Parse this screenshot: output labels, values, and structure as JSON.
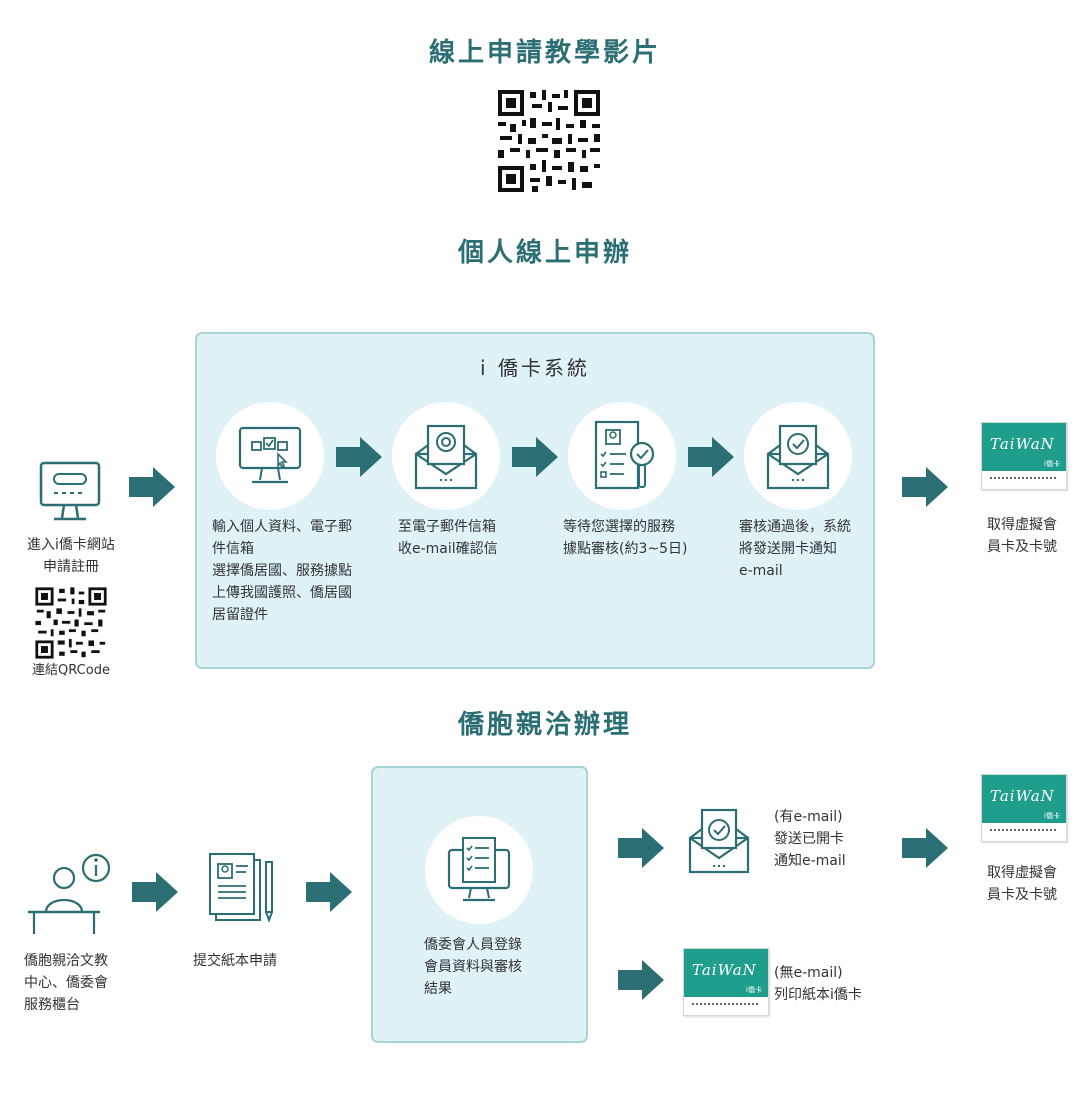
{
  "headings": {
    "video": "線上申請教學影片",
    "personal": "個人線上申辦",
    "agency": "僑胞親洽辦理"
  },
  "system": {
    "title": "i 僑卡系統"
  },
  "personal_flow": {
    "start_label_1": "進入i僑卡網站",
    "start_label_2": "申請註冊",
    "qr_label": "連結QRCode",
    "step1": [
      "輸入個人資料、電子郵",
      "件信箱",
      "選擇僑居國、服務據點",
      "上傳我國護照、僑居國",
      "居留證件"
    ],
    "step2": [
      "至電子郵件信箱",
      "收e-mail確認信"
    ],
    "step3": [
      "等待您選擇的服務",
      "據點審核(約3~5日)"
    ],
    "step4": [
      "審核通過後，系統",
      "將發送開卡通知",
      "e-mail"
    ],
    "result": [
      "取得虛擬會",
      "員卡及卡號"
    ]
  },
  "agency_flow": {
    "start": [
      "僑胞親洽文教",
      "中心、僑委會",
      "服務櫃台"
    ],
    "submit": "提交紙本申請",
    "review": [
      "僑委會人員登錄",
      "會員資料與審核",
      "結果"
    ],
    "with_email": [
      "(有e-mail)",
      "發送已開卡",
      "通知e-mail"
    ],
    "without_email": [
      "(無e-mail)",
      "列印紙本i僑卡"
    ],
    "result": [
      "取得虛擬會",
      "員卡及卡號"
    ]
  },
  "card": {
    "logo": "TaiWaN",
    "sub": "i僑卡"
  },
  "colors": {
    "accent": "#2b6e74",
    "panel": "#dff3f7",
    "panel_border": "#a8d3d9",
    "card": "#1f9e8d"
  },
  "icons": [
    "qr-code-icon",
    "computer-form-icon",
    "email-at-icon",
    "document-search-icon",
    "email-check-icon",
    "monitor-link-icon",
    "arrow-right-icon",
    "person-desk-info-icon",
    "paper-document-pen-icon",
    "computer-checklist-icon",
    "card-icon"
  ]
}
